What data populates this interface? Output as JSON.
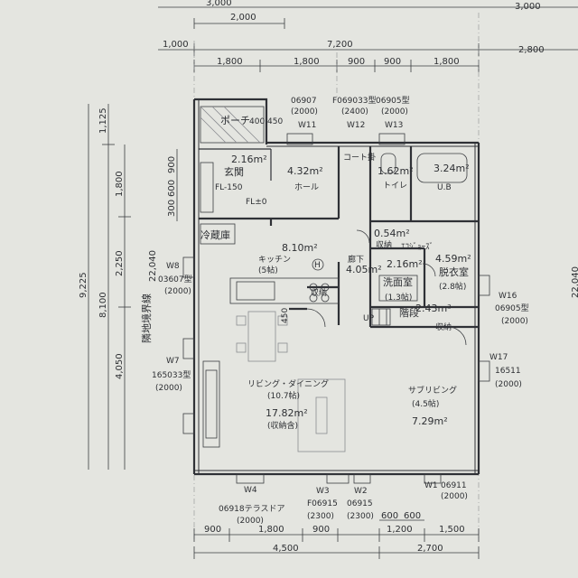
{
  "dimensions": {
    "top_row0": [
      "3,000",
      "3,000"
    ],
    "top_row1": "2,000",
    "top_row2": [
      "1,000",
      "7,200",
      "2,800"
    ],
    "top_row3": [
      "1,800",
      "1,800",
      "900",
      "900",
      "1,800"
    ],
    "bottom_row1": [
      "900",
      "1,800",
      "900",
      "1,200",
      "1,500"
    ],
    "bottom_row1b": [
      "600",
      "600"
    ],
    "bottom_row2": [
      "4,500",
      "2,700"
    ],
    "left_outer": "9,225",
    "left_inner": [
      "1,125",
      "8,100"
    ],
    "left_detail": [
      "1,800",
      "2,250",
      "4,050"
    ],
    "left_small": [
      "900",
      "600",
      "300"
    ],
    "side_total": "22,040",
    "side_total_right": "22,040"
  },
  "boundary_label": "隣地境界線",
  "rooms": {
    "porch": {
      "name": "ポーチ",
      "size": "400.450"
    },
    "genkan": {
      "name": "玄関",
      "area": "2.16m²"
    },
    "fl150": "FL-150",
    "fl0": "FL±0",
    "hall": {
      "name": "ホール",
      "area": "4.32m²"
    },
    "coat": "コート掛",
    "toilet": {
      "name": "トイレ",
      "area": "1.62m²"
    },
    "bath": {
      "name": "U.B",
      "area": "3.24m²"
    },
    "fridge": "冷蔵庫",
    "kitchen": {
      "area": "8.10m²",
      "name": "キッチン",
      "tatami": "(5帖)"
    },
    "storage1": {
      "area": "0.54m²",
      "name": "収納"
    },
    "hallway": {
      "name": "廊下",
      "area": "4.05m²"
    },
    "hodo": "ｴｺｼﾞｮｰｽﾞ",
    "wash": {
      "area": "2.16m²",
      "name": "洗面室",
      "tatami": "(1.3帖)"
    },
    "dressing": {
      "area": "4.59m²",
      "name": "脱衣室",
      "tatami": "(2.8帖)"
    },
    "storage2": "収納",
    "stairs": {
      "area": "2.43m²",
      "name": "階段",
      "up": "UP"
    },
    "storage3": "収納",
    "living": {
      "name": "リビング・ダイニング",
      "tatami": "(10.7帖)",
      "area": "17.82m²",
      "note": "(収納含)"
    },
    "sub_living": {
      "name": "サブリビング",
      "tatami": "(4.5帖)",
      "area": "7.29m²"
    },
    "h_mark": "H",
    "dim450": "450"
  },
  "windows": {
    "w11": {
      "id": "W11",
      "type": "06907",
      "size": "(2000)"
    },
    "w12": {
      "id": "W12",
      "type": "F069033型",
      "size": "(2400)"
    },
    "w13": {
      "id": "W13",
      "type": "06905型",
      "size": "(2000)"
    },
    "w8": {
      "id": "W8",
      "type": "03607型",
      "size": "(2000)"
    },
    "w7": {
      "id": "W7",
      "type": "165033型",
      "size": "(2000)"
    },
    "w16": {
      "id": "W16",
      "type": "06905型",
      "size": "(2000)"
    },
    "w17": {
      "id": "W17",
      "type": "16511",
      "size": "(2000)"
    },
    "w4": {
      "id": "W4",
      "type": "06918テラスドア",
      "size": "(2000)"
    },
    "w3": {
      "id": "W3",
      "type": "F06915",
      "size": "(2300)"
    },
    "w2": {
      "id": "W2",
      "type": "06915",
      "size": "(2300)"
    },
    "w1": {
      "id": "W1",
      "type": "06911",
      "size": "(2000)"
    }
  },
  "colors": {
    "paper": "#e4e5e0",
    "ink": "#2f3136",
    "furniture": "#8a8c90"
  }
}
